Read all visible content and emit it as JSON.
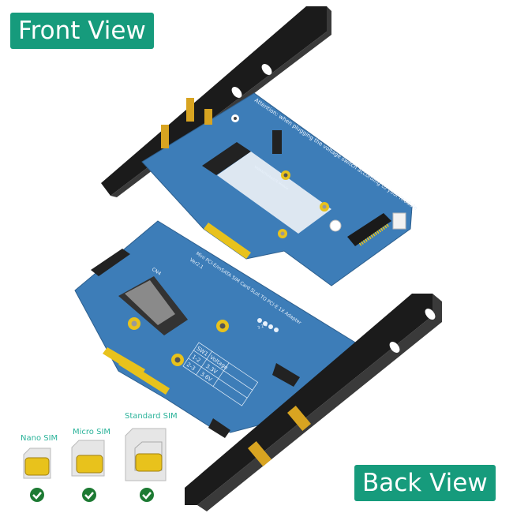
{
  "labels": {
    "front_view": "Front View",
    "back_view": "Back View"
  },
  "sim_types": [
    {
      "label": "Nano SIM",
      "supported": true
    },
    {
      "label": "Micro SIM",
      "supported": true
    },
    {
      "label": "Standard SIM",
      "supported": true
    }
  ],
  "front_board": {
    "attention": "Attention: when plugging the voltage switch according to your module",
    "module_label": "WWAN/3G/4G/LTE Module"
  },
  "back_board": {
    "title": "Mini PCI-E/mSATA SIM Card SLot TO PCI-E 1X Adapter",
    "version": "Ver2.1",
    "slot_label": "CN4",
    "led_numbers": "3 2 1",
    "table": {
      "header": [
        "SW1",
        "Voltage"
      ],
      "rows": [
        [
          "1-2",
          "3.3V"
        ],
        [
          "2-3",
          "3.6V"
        ]
      ]
    }
  },
  "colors": {
    "accent": "#169b7c",
    "pcb": "#3d7db8",
    "gold": "#e8c21c",
    "bracket": "#1b1b1b",
    "check": "#1d7a33"
  }
}
